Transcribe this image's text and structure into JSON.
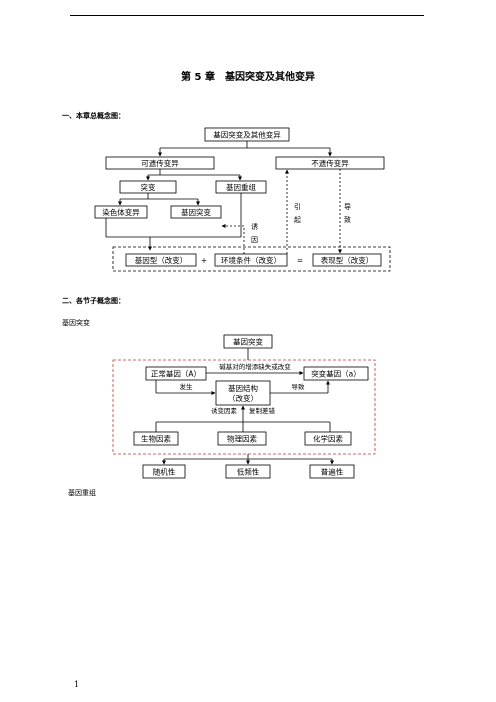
{
  "doc": {
    "chapter_title": "第 5 章　基因突变及其他变异",
    "section1": "一、本章总概念图：",
    "section2": "二、各节子概念图：",
    "label_mutation": "基因突变",
    "label_recombination": "基因重组",
    "page_number": "1"
  },
  "map1": {
    "root": "基因突变及其他变异",
    "heritable": "可遗传变异",
    "nonheritable": "不遗传变异",
    "mutation": "突变",
    "recombination": "基因重组",
    "chromosome_variation": "染色体变异",
    "gene_mutation": "基因突变",
    "genotype": "基因型（改变）",
    "plus": "+",
    "environment": "环境条件（改变）",
    "equals": "=",
    "phenotype": "表现型（改变）",
    "cause_1": "引",
    "cause_2": "起",
    "lead_1": "导",
    "lead_2": "致",
    "induce_1": "诱",
    "induce_2": "因"
  },
  "map2": {
    "root": "基因突变",
    "normal_gene": "正常基因（A）",
    "mutant_gene": "突变基因（a）",
    "pair_change": "碱基对的增添缺失或改变",
    "occur": "发生",
    "lead": "导致",
    "structure_line1": "基因结构",
    "structure_line2": "（改变）",
    "induce_factors": "诱变因素",
    "replication_error": "复制差错",
    "bio": "生物因素",
    "phys": "物理因素",
    "chem": "化学因素",
    "random": "随机性",
    "low_freq": "低频性",
    "universal": "普遍性"
  }
}
